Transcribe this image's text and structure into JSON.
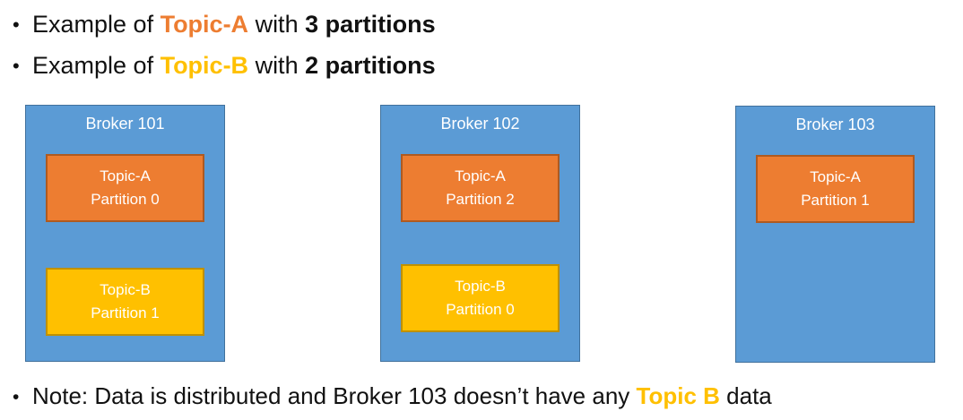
{
  "bullets": [
    {
      "marker": "•",
      "prefix": "Example of ",
      "topic": "Topic-A",
      "middle": " with ",
      "bold_suffix": "3 partitions"
    },
    {
      "marker": "•",
      "prefix": "Example of ",
      "topic": "Topic-B",
      "middle": " with ",
      "bold_suffix": "2 partitions"
    }
  ],
  "brokers": [
    {
      "title": "Broker 101",
      "partitions": [
        {
          "topic": "Topic-A",
          "partition": "Partition 0",
          "color": "orange"
        },
        {
          "topic": "Topic-B",
          "partition": "Partition 1",
          "color": "yellow"
        }
      ]
    },
    {
      "title": "Broker 102",
      "partitions": [
        {
          "topic": "Topic-A",
          "partition": "Partition 2",
          "color": "orange"
        },
        {
          "topic": "Topic-B",
          "partition": "Partition 0",
          "color": "yellow"
        }
      ]
    },
    {
      "title": "Broker 103",
      "partitions": [
        {
          "topic": "Topic-A",
          "partition": "Partition 1",
          "color": "orange"
        }
      ]
    }
  ],
  "note": {
    "marker": "•",
    "prefix": "Note: Data is distributed and Broker 103 doesn’t have any ",
    "highlight": "Topic B",
    "suffix": " data"
  },
  "colors": {
    "broker_fill": "#5B9BD5",
    "broker_border": "#41719C",
    "partition_a_fill": "#ED7D31",
    "partition_a_border": "#AE5A21",
    "partition_b_fill": "#FFC000",
    "partition_b_border": "#BF9000",
    "topic_a_color": "#ED7D31",
    "topic_b_color": "#FFC000",
    "text_color": "#111111"
  }
}
